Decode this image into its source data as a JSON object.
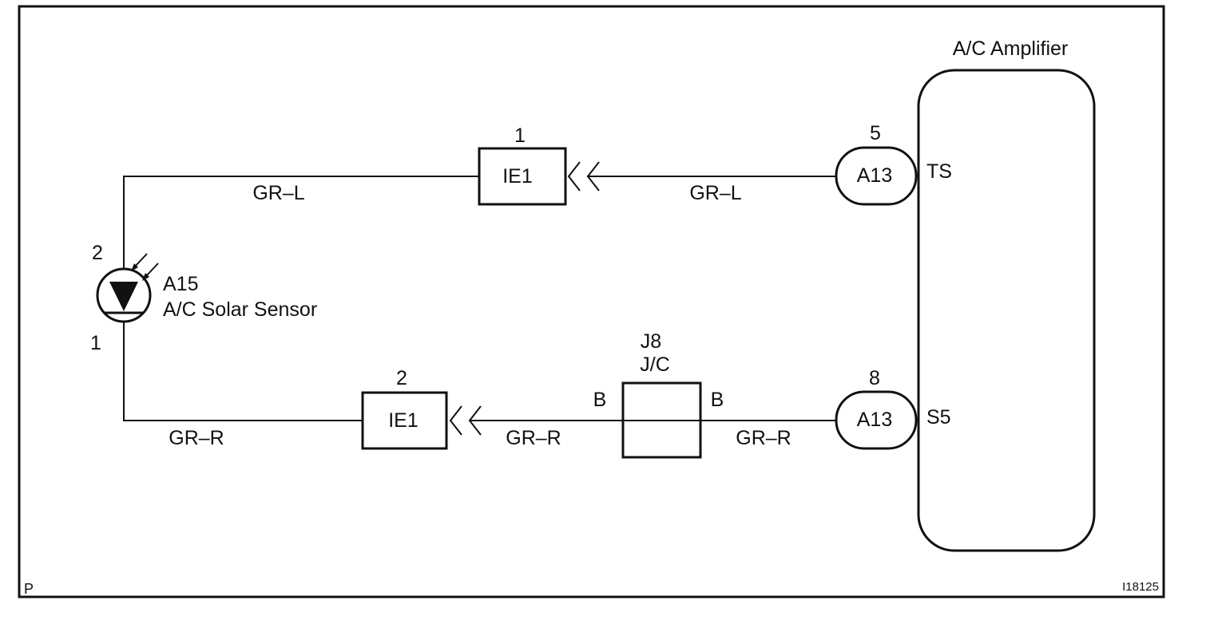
{
  "amplifier": {
    "title": "A/C Amplifier",
    "terminal_top": "TS",
    "terminal_bottom": "S5"
  },
  "sensor": {
    "code": "A15",
    "name": "A/C Solar Sensor",
    "pin_top": "2",
    "pin_bottom": "1"
  },
  "top_circuit": {
    "connector_ie1": {
      "pin": "1",
      "label": "IE1"
    },
    "connector_a13": {
      "pin": "5",
      "label": "A13"
    },
    "wire_left": "GR–L",
    "wire_right": "GR–L"
  },
  "bottom_circuit": {
    "connector_ie1": {
      "pin": "2",
      "label": "IE1"
    },
    "junction": {
      "code": "J8",
      "name": "J/C",
      "pin_left": "B",
      "pin_right": "B"
    },
    "connector_a13": {
      "pin": "8",
      "label": "A13"
    },
    "wire_left": "GR–R",
    "wire_middle": "GR–R",
    "wire_right": "GR–R"
  },
  "corner_left": "P",
  "figure_id": "I18125"
}
